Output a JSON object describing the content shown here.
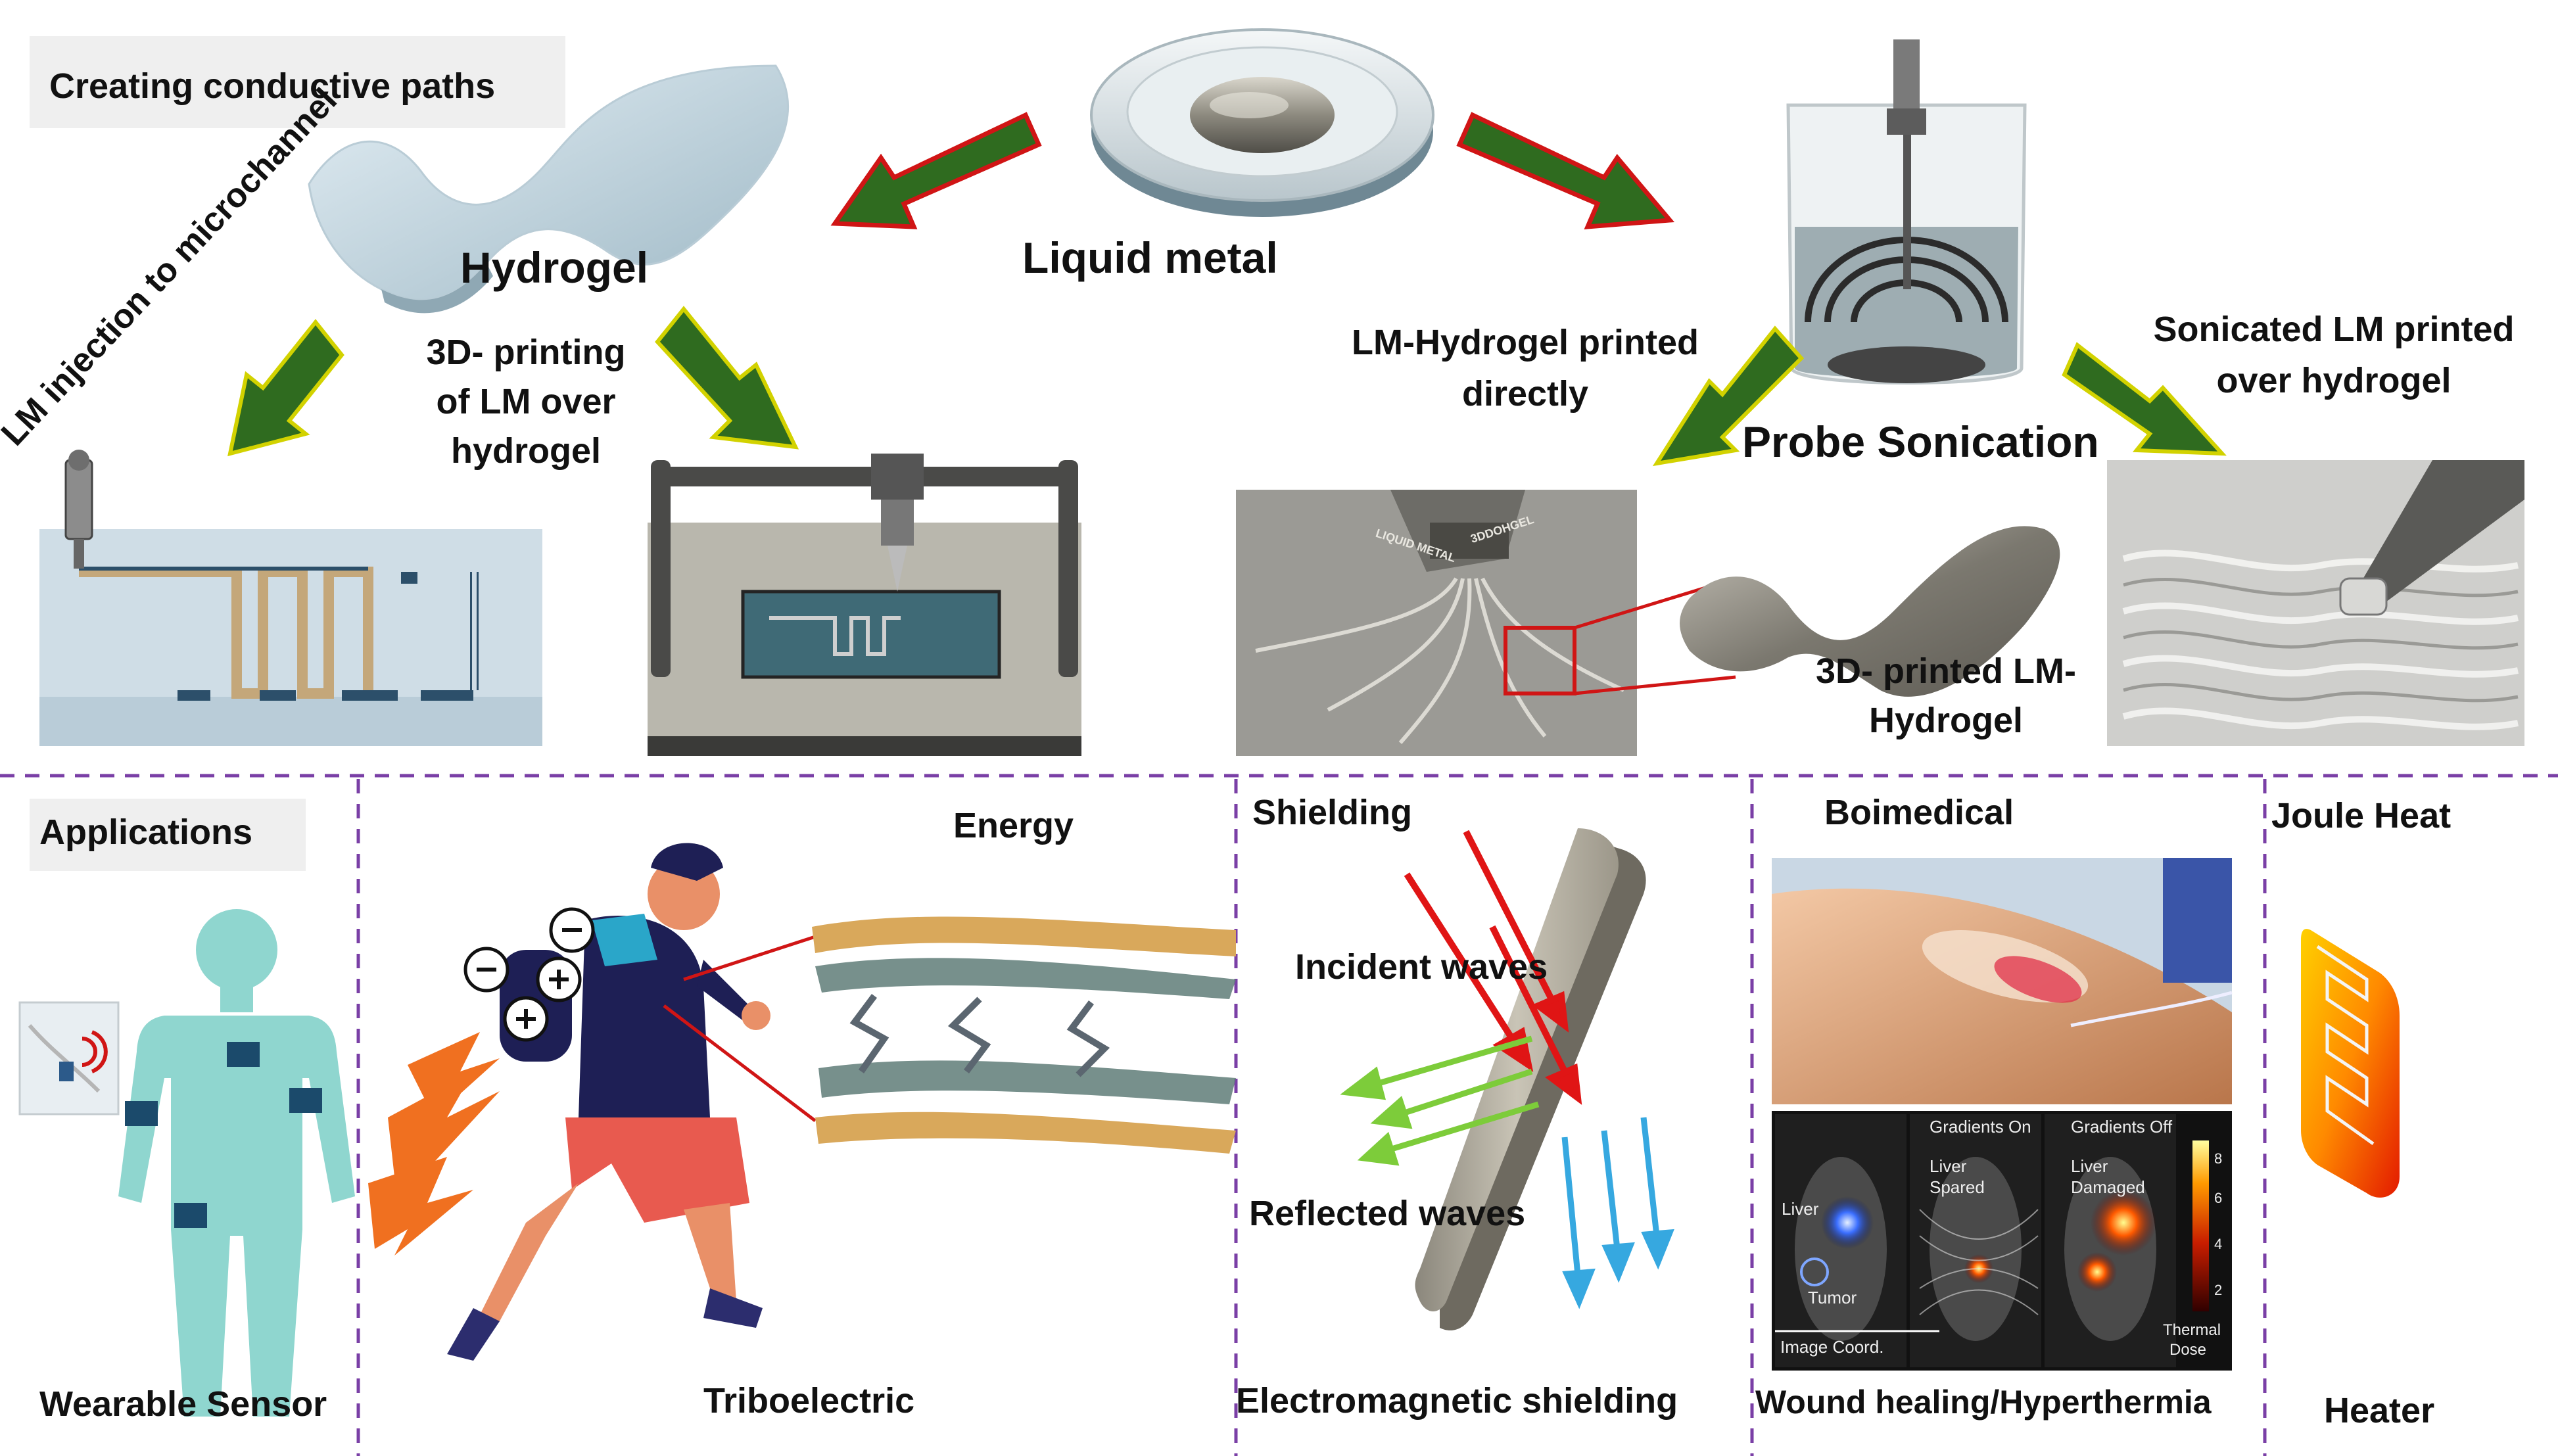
{
  "top": {
    "conductive_paths_title": "Creating conductive paths",
    "hydrogel": "Hydrogel",
    "liquid_metal": "Liquid metal",
    "lm_injection": "LM injection to microchannel",
    "printing_lm_over_hydrogel": [
      "3D- printing",
      "of LM over",
      "hydrogel"
    ],
    "lm_hydrogel_direct": [
      "LM-Hydrogel printed",
      "directly"
    ],
    "sonicated_lm": [
      "Sonicated LM printed",
      "over hydrogel"
    ],
    "probe_sonication": "Probe Sonication",
    "printed_lm_hydrogel": [
      "3D- printed LM-",
      "Hydrogel"
    ],
    "printer_brand": "LIQUID METAL",
    "printer_brand2": "3DDOHGEL"
  },
  "applications": {
    "title": "Applications",
    "wearable": "Wearable Sensor",
    "energy": "Energy",
    "triboelectric": "Triboelectric",
    "shielding": "Shielding",
    "incident": "Incident waves",
    "reflected": "Reflected waves",
    "em_shielding": "Electromagnetic shielding",
    "biomedical": "Boimedical",
    "wound": "Wound healing/Hyperthermia",
    "joule": "Joule Heat",
    "heater": "Heater"
  },
  "thermal": {
    "gradients_on": "Gradients On",
    "gradients_off": "Gradients Off",
    "liver": "Liver",
    "liver_spared": [
      "Liver",
      "Spared"
    ],
    "liver_damaged": [
      "Liver",
      "Damaged"
    ],
    "tumor": "Tumor",
    "image_coord": "Image Coord.",
    "thermal_dose": [
      "Thermal",
      "Dose"
    ],
    "scale_ticks": [
      "8",
      "6",
      "4",
      "2"
    ]
  },
  "colors": {
    "arrow_green": "#2f6b1f",
    "arrow_red": "#d01515",
    "divider": "#7a3fa6",
    "body_teal": "#8fd6cf",
    "sensor_navy": "#1b4a6b"
  }
}
